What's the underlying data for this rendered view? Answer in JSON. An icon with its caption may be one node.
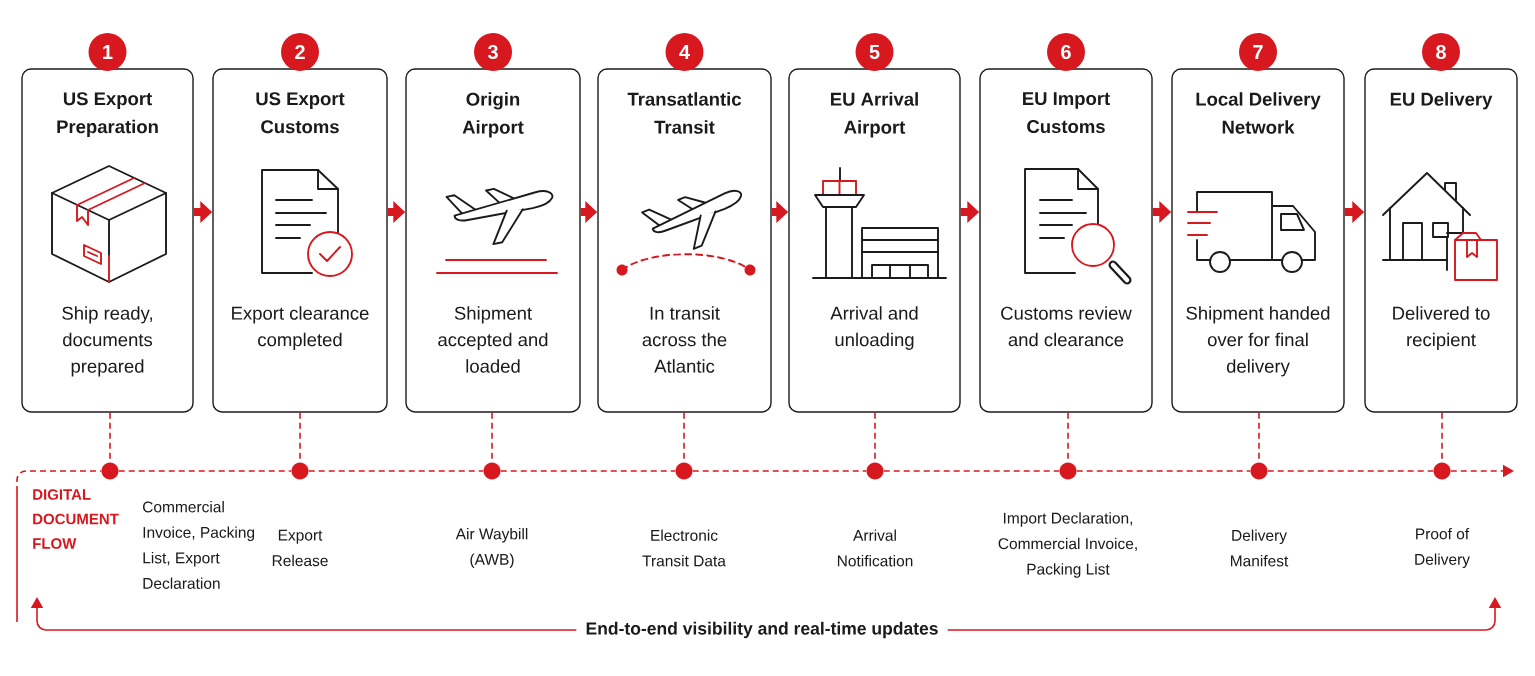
{
  "diagram": {
    "nodes": [
      {
        "text": [
          "US Export Preparation",
          "Ship ready, documents prepared"
        ],
        "beside": [
          "1"
        ]
      },
      {
        "text": [
          "US Export Customs",
          "Export clearance completed"
        ],
        "beside": [
          "2"
        ]
      },
      {
        "text": [
          "Origin Airport",
          "Shipment accepted and loaded"
        ],
        "beside": [
          "3"
        ]
      },
      {
        "text": [
          "Transatlantic Transit",
          "In transit across the Atlantic"
        ],
        "beside": [
          "4"
        ]
      },
      {
        "text": [
          "EU Arrival Airport",
          "Arrival and unloading"
        ],
        "beside": [
          "5"
        ]
      },
      {
        "text": [
          "EU Import Customs",
          "Customs review and clearance"
        ],
        "beside": [
          "6"
        ]
      },
      {
        "text": [
          "Local Delivery Network",
          "Shipment handed over for final delivery"
        ],
        "beside": [
          "7"
        ]
      },
      {
        "text": [
          "EU Delivery",
          "Delivered to recipient"
        ],
        "beside": [
          "8"
        ]
      },
      {
        "text": [],
        "shape": "circle",
        "beside": [
          "Commercial Invoice, Packing List, Export Declaration"
        ]
      },
      {
        "text": [],
        "shape": "circle",
        "beside": [
          "Export Release"
        ]
      },
      {
        "text": [],
        "shape": "circle",
        "beside": [
          "Air Waybill (AWB)"
        ]
      },
      {
        "text": [],
        "shape": "circle",
        "beside": [
          "Electronic Transit Data"
        ]
      },
      {
        "text": [],
        "shape": "circle",
        "beside": [
          "Arrival Notification"
        ]
      },
      {
        "text": [],
        "shape": "circle",
        "beside": [
          "Import Declaration, Commercial Invoice, Packing List"
        ]
      },
      {
        "text": [],
        "shape": "circle",
        "beside": [
          "Delivery Manifest"
        ]
      },
      {
        "text": [],
        "shape": "circle",
        "beside": [
          "Proof of Delivery"
        ]
      },
      {
        "text": [
          "End-to-end visibility and real-time updates"
        ]
      }
    ],
    "edges": [
      {
        "from": 0,
        "to": 1,
        "arrow": "to",
        "style": "thick"
      },
      {
        "from": 1,
        "to": 2,
        "arrow": "to",
        "style": "thick"
      },
      {
        "from": 2,
        "to": 3,
        "arrow": "to",
        "style": "thick"
      },
      {
        "from": 3,
        "to": 4,
        "arrow": "to",
        "style": "thick"
      },
      {
        "from": 4,
        "to": 5,
        "arrow": "to",
        "style": "thick"
      },
      {
        "from": 5,
        "to": 6,
        "arrow": "to",
        "style": "thick"
      },
      {
        "from": 6,
        "to": 7,
        "arrow": "to",
        "style": "thick"
      },
      {
        "from": 0,
        "to": 8,
        "arrow": "none",
        "style": "dashed"
      },
      {
        "from": 1,
        "to": 9,
        "arrow": "none",
        "style": "dashed"
      },
      {
        "from": 2,
        "to": 10,
        "arrow": "none",
        "style": "dashed"
      },
      {
        "from": 3,
        "to": 11,
        "arrow": "none",
        "style": "dashed"
      },
      {
        "from": 4,
        "to": 12,
        "arrow": "none",
        "style": "dashed"
      },
      {
        "from": 5,
        "to": 13,
        "arrow": "none",
        "style": "dashed"
      },
      {
        "from": 6,
        "to": 14,
        "arrow": "none",
        "style": "dashed"
      },
      {
        "from": 7,
        "to": 15,
        "arrow": "none",
        "style": "dashed"
      },
      {
        "from": null,
        "to": 8,
        "arrow": "none",
        "style": "dashed"
      },
      {
        "from": 8,
        "to": 9,
        "arrow": "none",
        "style": "dashed"
      },
      {
        "from": 9,
        "to": 10,
        "arrow": "none",
        "style": "dashed"
      },
      {
        "from": 10,
        "to": 11,
        "arrow": "none",
        "style": "dashed"
      },
      {
        "from": 11,
        "to": 12,
        "arrow": "none",
        "style": "dashed"
      },
      {
        "from": 12,
        "to": 13,
        "arrow": "none",
        "style": "dashed"
      },
      {
        "from": 13,
        "to": 14,
        "arrow": "none",
        "style": "dashed"
      },
      {
        "from": 14,
        "to": 15,
        "arrow": "none",
        "style": "dashed"
      },
      {
        "from": 15,
        "to": null,
        "arrow": "to",
        "style": "dashed"
      },
      {
        "from": 16,
        "to": null,
        "arrow": "to"
      },
      {
        "from": 16,
        "to": null,
        "arrow": "to"
      }
    ],
    "labels": [
      "DIGITAL DOCUMENT FLOW"
    ]
  }
}
